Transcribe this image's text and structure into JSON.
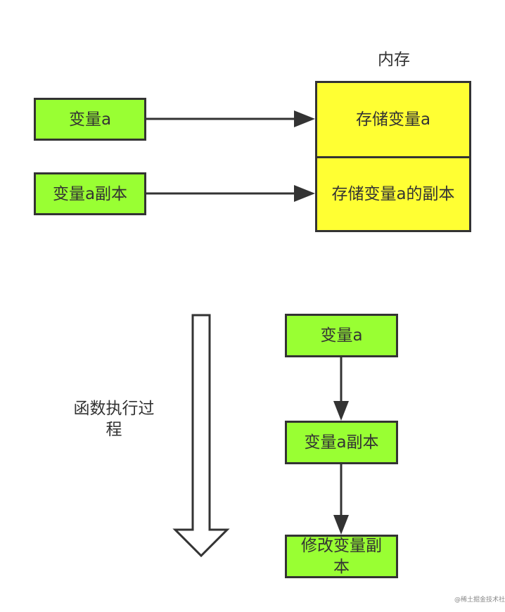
{
  "top": {
    "memory_title": "内存",
    "var_a": "变量a",
    "var_a_copy": "变量a副本",
    "store_var_a": "存储变量a",
    "store_var_a_copy": "存储变量a的副本"
  },
  "bottom": {
    "process_label": "函数执行过程",
    "step1": "变量a",
    "step2": "变量a副本",
    "step3": "修改变量副本"
  },
  "watermark": "@稀土掘金技术社区",
  "colors": {
    "green_fill": "#99ff33",
    "yellow_fill": "#ffff33",
    "stroke": "#333333"
  }
}
